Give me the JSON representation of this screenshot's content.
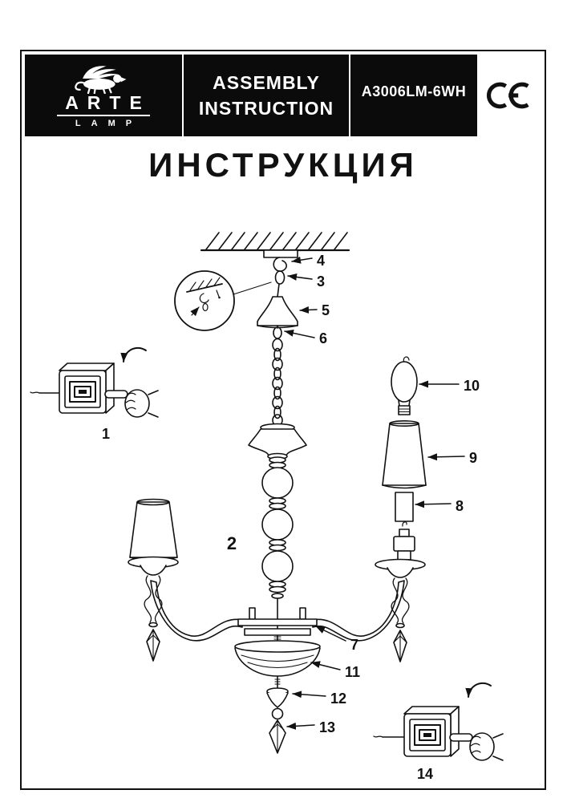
{
  "header": {
    "brand": {
      "line1": "ARTE",
      "line2": "LAMP"
    },
    "assembly": {
      "line1": "ASSEMBLY",
      "line2": "INSTRUCTION"
    },
    "model": "A3006LM-6WH",
    "ce_mark": "CE"
  },
  "title": "ИНСТРУКЦИЯ",
  "diagram": {
    "labels": {
      "n1": "1",
      "n2": "2",
      "n3": "3",
      "n4": "4",
      "n5": "5",
      "n6": "6",
      "n7": "7",
      "n8": "8",
      "n9": "9",
      "n10": "10",
      "n11": "11",
      "n12": "12",
      "n13": "13",
      "n14": "14"
    },
    "colors": {
      "ink": "#111111",
      "paper": "#ffffff"
    }
  }
}
